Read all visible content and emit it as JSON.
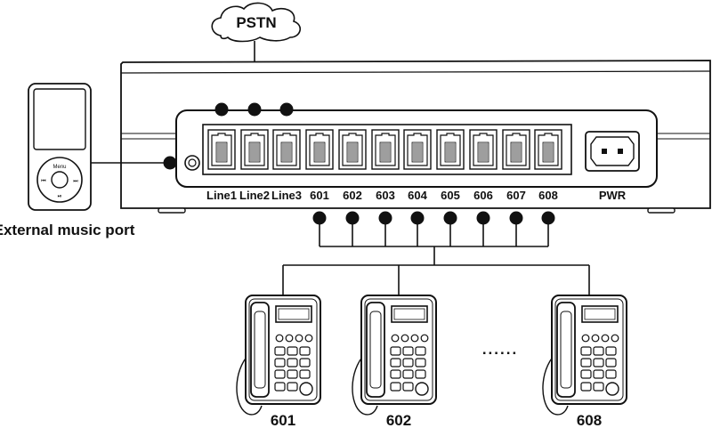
{
  "cloud_label": "PSTN",
  "music_player": {
    "menu_label": "Menu"
  },
  "external_label": "External music port",
  "ports": [
    "Line1",
    "Line2",
    "Line3",
    "601",
    "602",
    "603",
    "604",
    "605",
    "606",
    "607",
    "608"
  ],
  "power_label": "PWR",
  "ellipsis": "......",
  "phones": [
    "601",
    "602",
    "608"
  ]
}
